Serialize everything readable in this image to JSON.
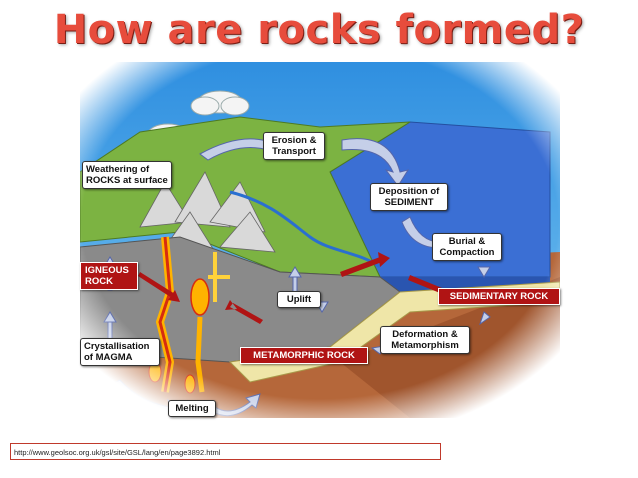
{
  "title": "How are rocks formed?",
  "labels": {
    "erosion": "Erosion &\nTransport",
    "weathering": "Weathering of\nROCKS at surface",
    "deposition": "Deposition of\nSEDIMENT",
    "burial": "Burial &\nCompaction",
    "igneous": "IGNEOUS\nROCK",
    "sedimentary": "SEDIMENTARY ROCK",
    "uplift": "Uplift",
    "deformation": "Deformation &\nMetamorphism",
    "crystallisation": "Crystallisation\nof MAGMA",
    "metamorphic": "METAMORPHIC ROCK",
    "melting": "Melting"
  },
  "source_url": "http://www.geolsoc.org.uk/gsl/site/GSL/lang/en/page3892.html",
  "colors": {
    "title": "#e74c3c",
    "sky": "#3da9e8",
    "land": "#7cb342",
    "sea": "#3b6fd4",
    "rock": "#8a8a8a",
    "crust": "#b5673a",
    "label_red": "#b01414",
    "arrow": "#c5cfe8",
    "magma": "#ffb300"
  }
}
